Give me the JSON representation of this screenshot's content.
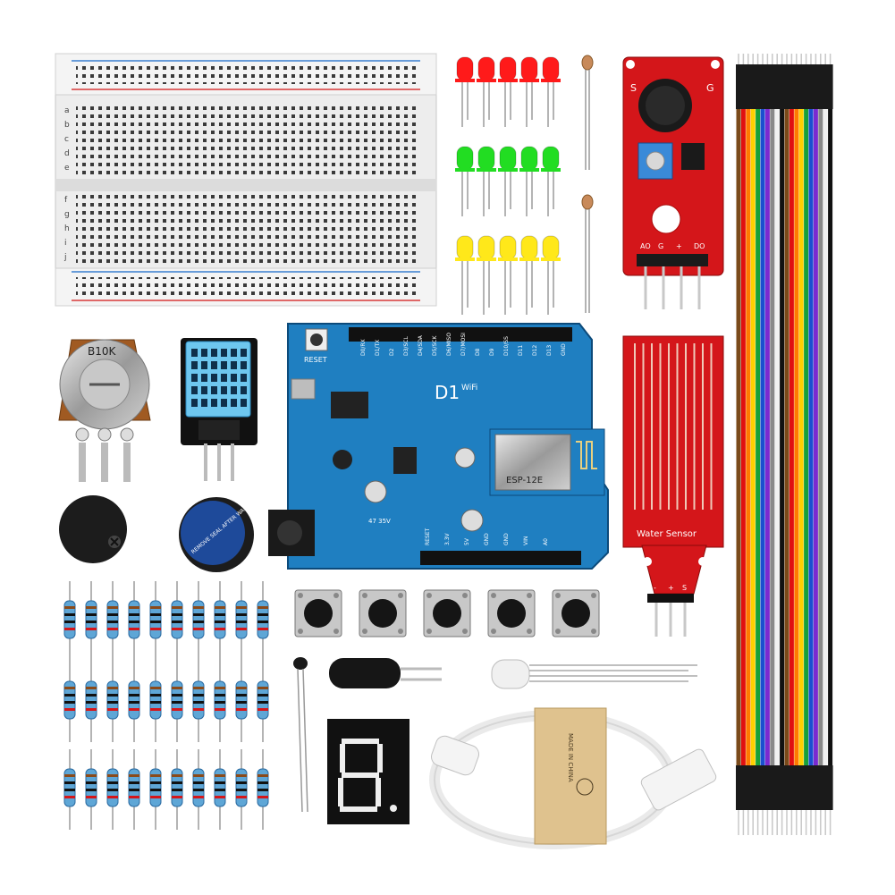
{
  "potentiometer": {
    "label": "B10K"
  },
  "arduino": {
    "model": "D1",
    "wifi": "WiFi",
    "reset": "RESET",
    "module_name": "ESP-12E",
    "cap_label": "47 35V",
    "pins_top": [
      "D0/RX",
      "D1/TX",
      "D2",
      "D3/SCL",
      "D4/SDA",
      "D5/SCK",
      "D6/MISO",
      "D7/MOSI",
      "D8",
      "D9",
      "D10/SS",
      "D11",
      "D12",
      "D13",
      "GND"
    ],
    "pins_bottom": [
      "RESET",
      "3.3V",
      "5V",
      "GND",
      "GND",
      "VIN",
      "A0"
    ]
  },
  "sound_sensor": {
    "pins": [
      "AO",
      "G",
      "+",
      "DO"
    ],
    "side_marks": [
      "S",
      "G"
    ]
  },
  "water_sensor": {
    "label": "Water Sensor",
    "pins": [
      "-",
      "+",
      "S"
    ]
  },
  "buzzer": {
    "sticker": "REMOVE SEAL AFTER WASHING"
  },
  "usb_cable": {
    "band_text": "MADE IN CHINA"
  },
  "breadboard": {
    "row_letters_top": [
      "a",
      "b",
      "c",
      "d",
      "e"
    ],
    "row_letters_bottom": [
      "f",
      "g",
      "h",
      "i",
      "j"
    ]
  },
  "colors": {
    "pcb_blue": "#1f7fc1",
    "red_board": "#d4161a",
    "led_red": "#ff1a1a",
    "led_green": "#22dd22",
    "led_yellow": "#ffe81a",
    "resistor_body": "#5ea6d6",
    "jumper_wires": [
      "#7a4a1a",
      "#e01010",
      "#ff7a00",
      "#ffd000",
      "#18a038",
      "#1a4fd0",
      "#7a2ad0",
      "#8a8a8a",
      "#f2f2f2",
      "#111111"
    ]
  }
}
